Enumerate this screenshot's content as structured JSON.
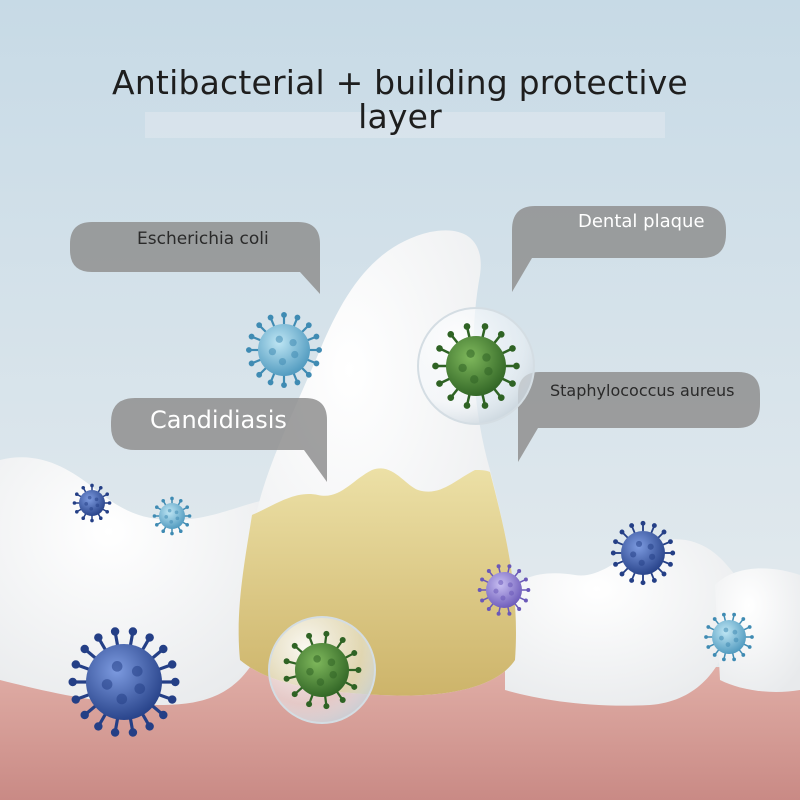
{
  "headline": {
    "line1": "Antibacterial + building protective",
    "line2": "layer"
  },
  "callouts": {
    "escherichia_coli": "Escherichia coli",
    "dental_plaque": "Dental plaque",
    "staphylococcus_aureus": "Staphylococcus aureus",
    "candidiasis": "Candidiasis"
  },
  "colors": {
    "sky_top": "#c9dbe6",
    "sky_bottom": "#e6edf0",
    "gum": "#d89e98",
    "tooth": "#ffffff",
    "tooth_stain": "#e2cf8a",
    "bubble": "#8f8f8f",
    "germ_green": "#4e8a3a",
    "germ_blue": "#3e5fa8",
    "germ_cyan": "#6fb6d6",
    "germ_purple": "#8a7ad0"
  }
}
